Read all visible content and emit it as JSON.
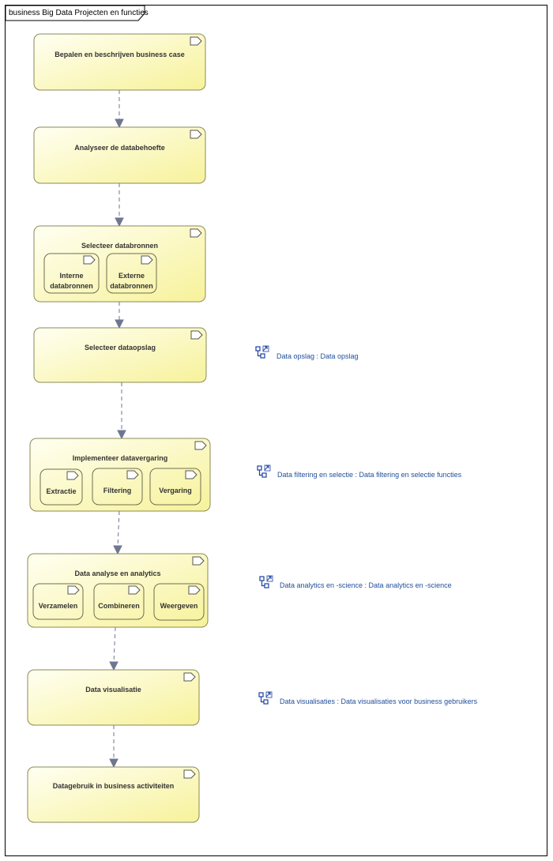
{
  "diagram_title": "business Big Data Projecten en functies",
  "nodes": [
    {
      "label": "Bepalen en beschrijven business case",
      "children": []
    },
    {
      "label": "Analyseer de databehoefte",
      "children": []
    },
    {
      "label": "Selecteer databronnen",
      "children": [
        "Interne|databronnen",
        "Externe|databronnen"
      ]
    },
    {
      "label": "Selecteer dataopslag",
      "children": []
    },
    {
      "label": "Implementeer datavergaring",
      "children": [
        "Extractie",
        "Filtering",
        "Vergaring"
      ]
    },
    {
      "label": "Data analyse en analytics",
      "children": [
        "Verzamelen",
        "Combineren",
        "Weergeven"
      ]
    },
    {
      "label": "Data visualisatie",
      "children": []
    },
    {
      "label": "Datagebruik in business activiteiten",
      "children": []
    }
  ],
  "links": [
    {
      "text": "Data opslag : Data opslag",
      "icon": "diagram-link-icon"
    },
    {
      "text": "Data filtering en selectie : Data filtering en selectie functies",
      "icon": "diagram-link-icon"
    },
    {
      "text": "Data analytics en -science : Data analytics en -science",
      "icon": "diagram-link-icon"
    },
    {
      "text": "Data visualisaties : Data visualisaties voor business gebruikers",
      "icon": "diagram-link-icon"
    }
  ],
  "colors": {
    "node_fill": "#ffffc0",
    "node_stroke": "#8a8a5a",
    "connector": "#6f7690",
    "link_text": "#1f4e9a",
    "icon": "#1b3fa0"
  }
}
